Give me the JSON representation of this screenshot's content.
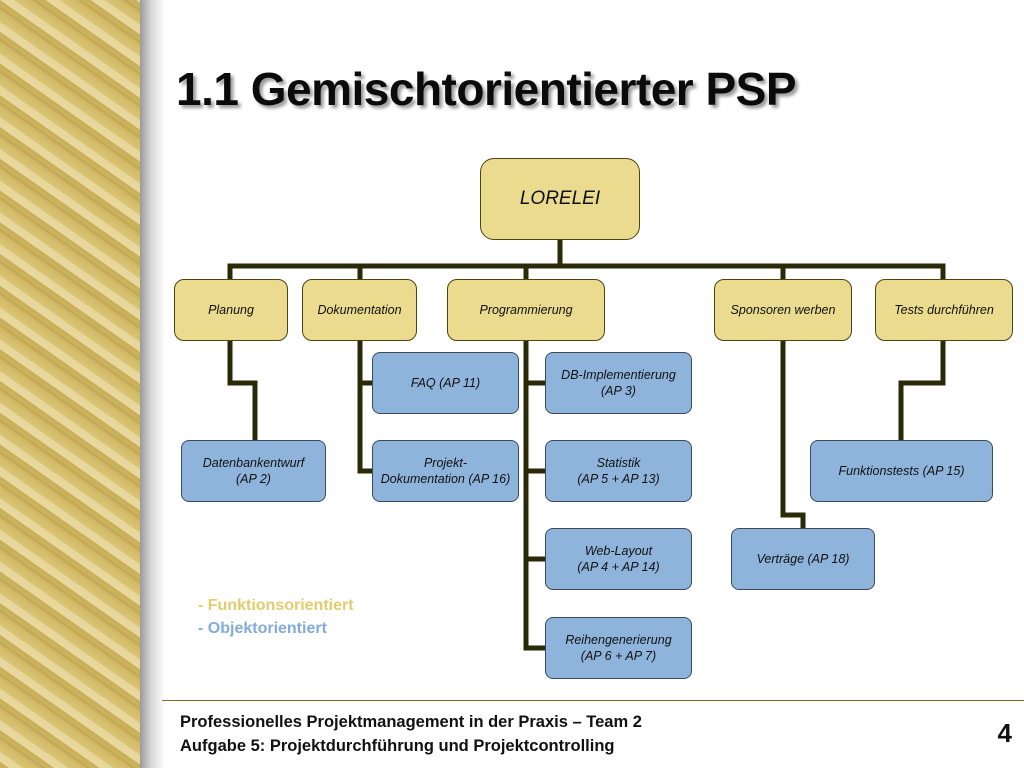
{
  "title": "1.1 Gemischtorientierter PSP",
  "colors": {
    "functional": "#eadb8e",
    "object": "#8fb4dc",
    "connector": "#2a2a08",
    "legend_functional": "#e3cc6d",
    "legend_object": "#84abda"
  },
  "diagram": {
    "root": {
      "id": "root",
      "type": "functional",
      "lines": [
        "LORELEI"
      ]
    },
    "nodes": [
      {
        "id": "planung",
        "parent": "root",
        "type": "functional",
        "lines": [
          "Planung"
        ]
      },
      {
        "id": "dokumentation",
        "parent": "root",
        "type": "functional",
        "lines": [
          "Dokumentation"
        ]
      },
      {
        "id": "programmierung",
        "parent": "root",
        "type": "functional",
        "lines": [
          "Programmierung"
        ]
      },
      {
        "id": "sponsoren",
        "parent": "root",
        "type": "functional",
        "lines": [
          "Sponsoren werben"
        ]
      },
      {
        "id": "tests",
        "parent": "root",
        "type": "functional",
        "lines": [
          "Tests durchführen"
        ]
      },
      {
        "id": "datenbankentwurf",
        "parent": "planung",
        "type": "object",
        "lines": [
          "Datenbankentwurf",
          "(AP 2)"
        ]
      },
      {
        "id": "faq",
        "parent": "dokumentation",
        "type": "object",
        "lines": [
          "FAQ (AP 11)"
        ]
      },
      {
        "id": "projektdoku",
        "parent": "dokumentation",
        "type": "object",
        "lines": [
          "Projekt-",
          "Dokumentation (AP 16)"
        ]
      },
      {
        "id": "db-impl",
        "parent": "programmierung",
        "type": "object",
        "lines": [
          "DB-Implementierung",
          "(AP 3)"
        ]
      },
      {
        "id": "statistik",
        "parent": "programmierung",
        "type": "object",
        "lines": [
          "Statistik",
          "(AP 5 + AP 13)"
        ]
      },
      {
        "id": "weblayout",
        "parent": "programmierung",
        "type": "object",
        "lines": [
          "Web-Layout",
          "(AP 4 + AP 14)"
        ]
      },
      {
        "id": "reihen",
        "parent": "programmierung",
        "type": "object",
        "lines": [
          "Reihengenerierung",
          "(AP 6 + AP 7)"
        ]
      },
      {
        "id": "vertraege",
        "parent": "sponsoren",
        "type": "object",
        "lines": [
          "Verträge (AP 18)"
        ]
      },
      {
        "id": "funktionstests",
        "parent": "tests",
        "type": "object",
        "lines": [
          "Funktionstests (AP 15)"
        ]
      }
    ]
  },
  "legend": {
    "functional": "- Funktionsorientiert",
    "object": "- Objektorientiert"
  },
  "footer": {
    "line1": "Professionelles Projektmanagement in der Praxis – Team 2",
    "line2": "Aufgabe 5: Projektdurchführung und Projektcontrolling",
    "page_number": "4"
  }
}
